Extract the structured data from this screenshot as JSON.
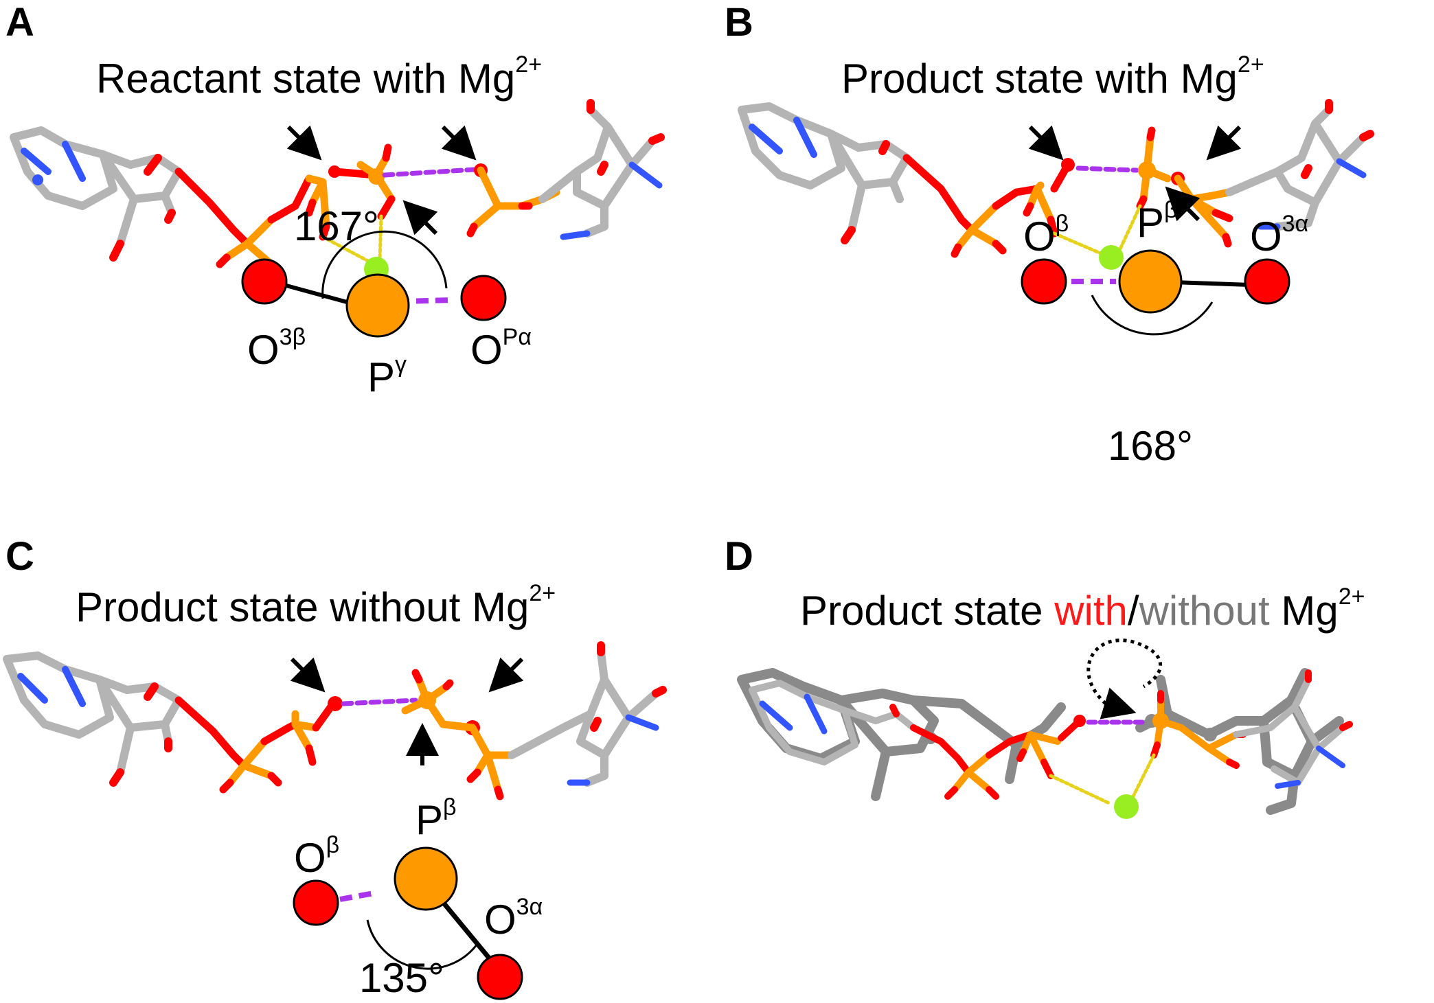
{
  "panels": [
    {
      "label": "A",
      "title": "Reactant state with Mg",
      "title_sup": "2+",
      "angle": "167°",
      "atoms": [
        {
          "base": "O",
          "sup": "3β"
        },
        {
          "base": "P",
          "sup": "γ"
        },
        {
          "base": "O",
          "sup": "Pα"
        }
      ]
    },
    {
      "label": "B",
      "title": "Product state with Mg",
      "title_sup": "2+",
      "angle": "168°",
      "atoms": [
        {
          "base": "O",
          "sup": "β"
        },
        {
          "base": "P",
          "sup": "β"
        },
        {
          "base": "O",
          "sup": "3α"
        }
      ]
    },
    {
      "label": "C",
      "title": "Product state without Mg",
      "title_sup": "2+",
      "angle": "135°",
      "atoms": [
        {
          "base": "O",
          "sup": "β"
        },
        {
          "base": "P",
          "sup": "β"
        },
        {
          "base": "O",
          "sup": "3α"
        }
      ]
    },
    {
      "label": "D",
      "title_prefix": "Product state ",
      "title_with": "with",
      "title_slash": "/",
      "title_without": "without",
      "title_suffix": " Mg",
      "title_sup": "2+"
    }
  ],
  "colors": {
    "oxygen": "#ff0000",
    "phosphorus": "#ff9900",
    "carbon": "#b4b4b4",
    "carbon_dark": "#8a8a8a",
    "nitrogen": "#3355ff",
    "magnesium": "#99ee22",
    "hbond": "#aa33ee",
    "coordination": "#e6d21a",
    "with_text": "#ff1a1a",
    "without_text": "#777777"
  }
}
